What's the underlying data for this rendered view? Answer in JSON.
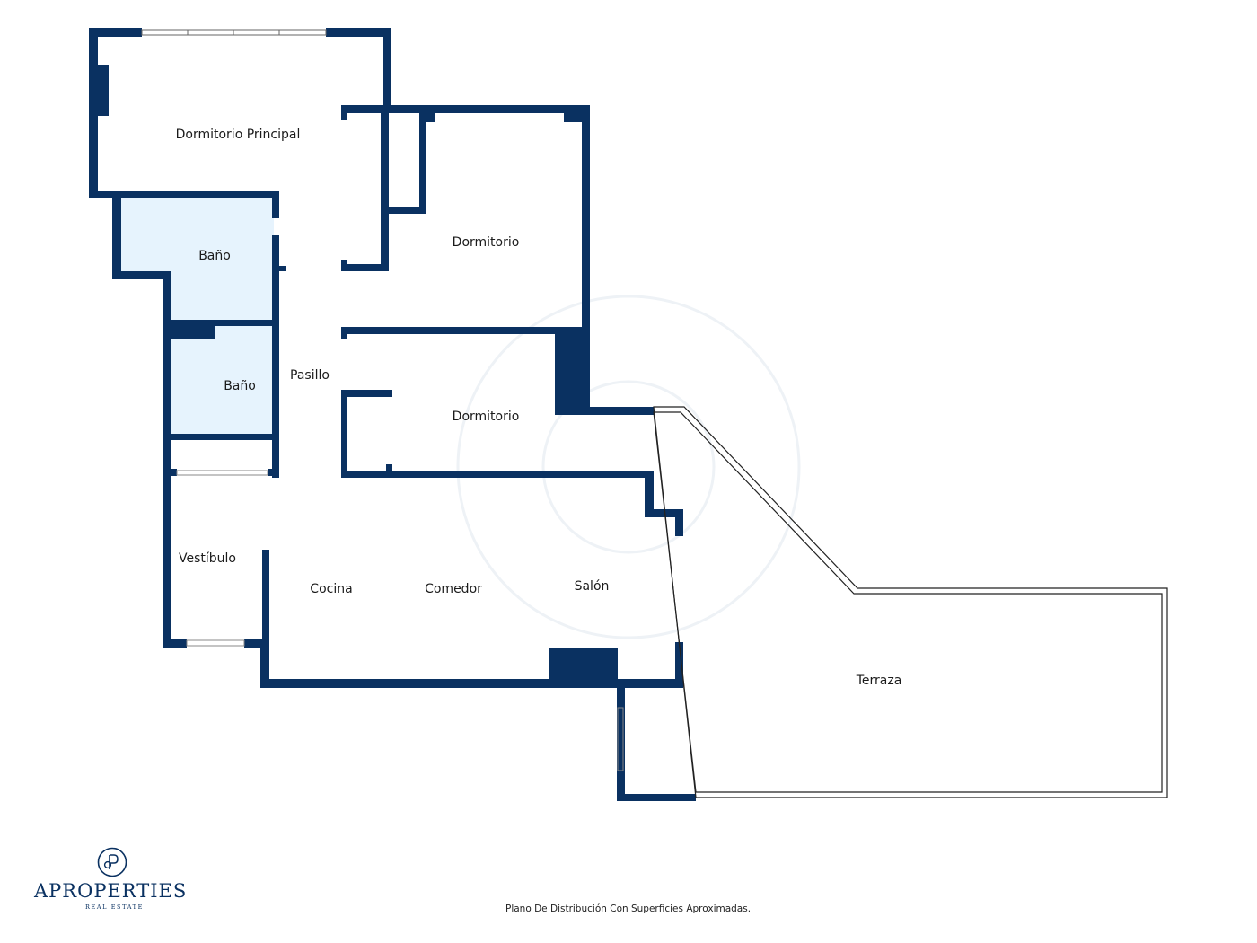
{
  "rooms": {
    "dormitorio_principal": "Dormitorio Principal",
    "dormitorio_1": "Dormitorio",
    "dormitorio_2": "Dormitorio",
    "bano_1": "Baño",
    "bano_2": "Baño",
    "pasillo": "Pasillo",
    "vestibulo": "Vestíbulo",
    "cocina": "Cocina",
    "comedor": "Comedor",
    "salon": "Salón",
    "terraza": "Terraza"
  },
  "footer": {
    "note": "Plano De Distribución Con Superficies Aproximadas.",
    "brand": "APROPERTIES",
    "brand_sub": "REAL ESTATE",
    "logo_icon": "ap-monogram-icon"
  },
  "colors": {
    "walls": "#0a3161",
    "wet_rooms": "#e6f3fd"
  }
}
